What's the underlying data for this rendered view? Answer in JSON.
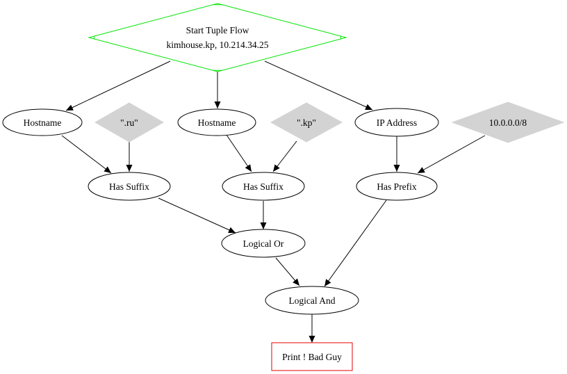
{
  "colors": {
    "start_border": "#00e600",
    "literal_fill": "#d3d3d3",
    "sink_border": "#e60000",
    "edge": "#000000",
    "node_border": "#000000"
  },
  "nodes": {
    "start": {
      "line1": "Start Tuple Flow",
      "line2": "kimhouse.kp, 10.214.34.25"
    },
    "hostname_left": {
      "label": "Hostname"
    },
    "ru_literal": {
      "label": "\".ru\""
    },
    "hostname_mid": {
      "label": "Hostname"
    },
    "kp_literal": {
      "label": "\".kp\""
    },
    "ip_address": {
      "label": "IP Address"
    },
    "subnet_literal": {
      "label": "10.0.0.0/8"
    },
    "has_suffix_left": {
      "label": "Has Suffix"
    },
    "has_suffix_mid": {
      "label": "Has Suffix"
    },
    "has_prefix": {
      "label": "Has Prefix"
    },
    "logical_or": {
      "label": "Logical Or"
    },
    "logical_and": {
      "label": "Logical And"
    },
    "print_sink": {
      "label": "Print ! Bad Guy"
    }
  }
}
